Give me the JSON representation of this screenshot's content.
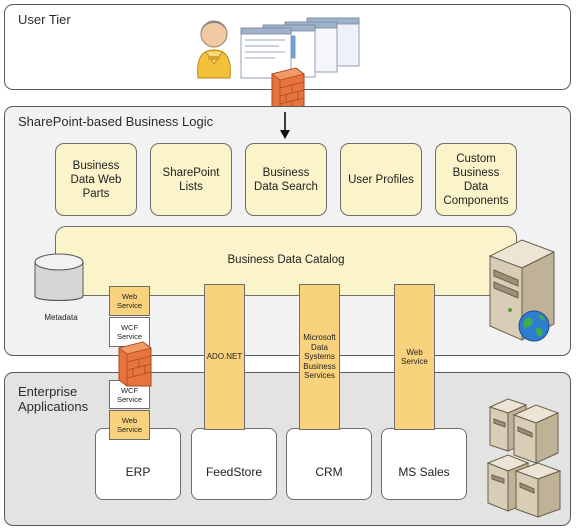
{
  "tiers": {
    "user": {
      "label": "User Tier"
    },
    "business": {
      "label": "SharePoint-based Business Logic"
    },
    "enterprise": {
      "label": "Enterprise\nApplications"
    }
  },
  "components": [
    {
      "id": "web-parts",
      "label": "Business\nData Web\nParts"
    },
    {
      "id": "sharepoint-lists",
      "label": "SharePoint\nLists"
    },
    {
      "id": "data-search",
      "label": "Business\nData Search"
    },
    {
      "id": "user-profiles",
      "label": "User Profiles"
    },
    {
      "id": "custom-components",
      "label": "Custom\nBusiness\nData\nComponents"
    }
  ],
  "catalog": {
    "label": "Business Data Catalog"
  },
  "metadata": {
    "label": "Metadata"
  },
  "services": {
    "web_service_top": "Web\nService",
    "wcf_service_top": "WCF\nService",
    "wcf_service_bottom": "WCF\nService",
    "web_service_bottom": "Web\nService"
  },
  "pillars": [
    {
      "id": "adonet",
      "label": "ADO.NET"
    },
    {
      "id": "mds",
      "label": "Microsoft\nData\nSystems\nBusiness\nServices"
    },
    {
      "id": "ms-sales-web-service",
      "label": "Web\nService"
    }
  ],
  "systems": [
    {
      "id": "erp",
      "label": "ERP"
    },
    {
      "id": "feedstore",
      "label": "FeedStore"
    },
    {
      "id": "crm",
      "label": "CRM"
    },
    {
      "id": "ms-sales",
      "label": "MS Sales"
    }
  ],
  "colors": {
    "card_fill": "#fbf3c9",
    "pillar_fill": "#f9d27d",
    "tier_fill": "#f2f2f2",
    "enterprise_fill": "#e3e3e3",
    "firewall": "#e8733c"
  },
  "icons": [
    "user-icon",
    "browser-windows-icon",
    "firewall-icon",
    "arrow-down-icon",
    "database-icon",
    "server-icon",
    "globe-icon",
    "server-cluster-icon"
  ]
}
